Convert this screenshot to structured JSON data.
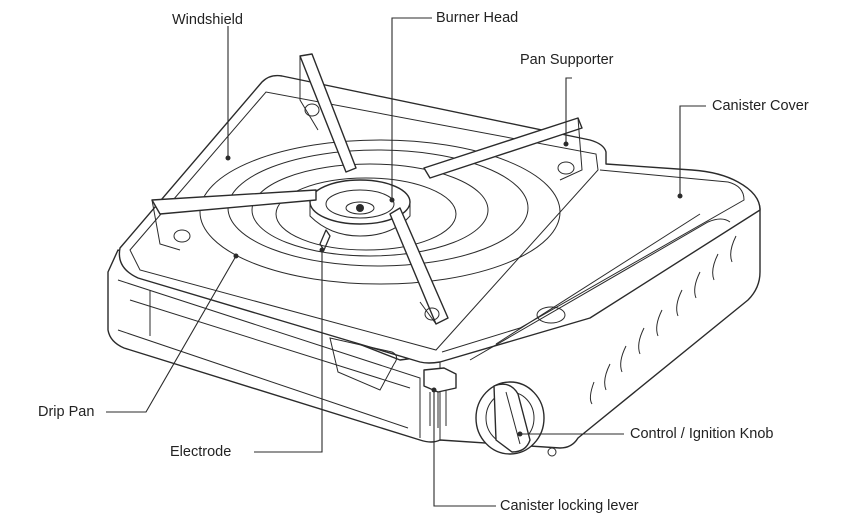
{
  "labels": {
    "windshield": "Windshield",
    "burner_head": "Burner Head",
    "pan_supporter": "Pan Supporter",
    "canister_cover": "Canister Cover",
    "drip_pan": "Drip Pan",
    "electrode": "Electrode",
    "control_knob": "Control / Ignition Knob",
    "locking_lever": "Canister locking lever"
  }
}
